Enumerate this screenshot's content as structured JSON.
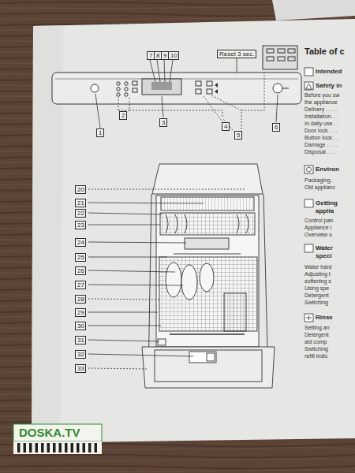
{
  "diagram": {
    "nodes": [
      {
        "text": [
          "7"
        ]
      },
      {
        "text": [
          "8"
        ]
      },
      {
        "text": [
          "9"
        ]
      },
      {
        "text": [
          "10"
        ]
      },
      {
        "text": [
          "Reset 3 sec."
        ]
      },
      {
        "text": [
          "1"
        ]
      },
      {
        "text": [
          "2"
        ]
      },
      {
        "text": [
          "3"
        ]
      },
      {
        "text": [
          "4"
        ]
      },
      {
        "text": [
          "5"
        ]
      },
      {
        "text": [
          "6"
        ]
      },
      {
        "text": [
          "20"
        ]
      },
      {
        "text": [
          "21"
        ]
      },
      {
        "text": [
          "22"
        ]
      },
      {
        "text": [
          "23"
        ]
      },
      {
        "text": [
          "24"
        ]
      },
      {
        "text": [
          "25"
        ]
      },
      {
        "text": [
          "26"
        ]
      },
      {
        "text": [
          "27"
        ]
      },
      {
        "text": [
          "28"
        ]
      },
      {
        "text": [
          "29"
        ]
      },
      {
        "text": [
          "30"
        ]
      },
      {
        "text": [
          "31"
        ]
      },
      {
        "text": [
          "32"
        ]
      },
      {
        "text": [
          "33"
        ]
      }
    ],
    "labels": [
      "Table of c",
      "Intended",
      "Safety in",
      "Before you sw",
      "the appliance",
      "Delivery . . . .",
      "Installation. . .",
      "In daily use . .",
      "Door lock . . .",
      "Button lock . .",
      "Damage . . . .",
      "Disposal . . .",
      "Environ",
      "Packaging,",
      "Old applianc",
      "Getting",
      "applia",
      "Control pan",
      "Appliance i",
      "Overview o",
      "Water",
      "speci",
      "Water hard",
      "Adjusting t",
      "softening s",
      "Using spe",
      "Detergent",
      "Switching",
      "Rinse",
      "Setting an",
      "Detergent",
      "aid comp",
      "Switching",
      "refill indic",
      "DOSKA.TV"
    ]
  }
}
